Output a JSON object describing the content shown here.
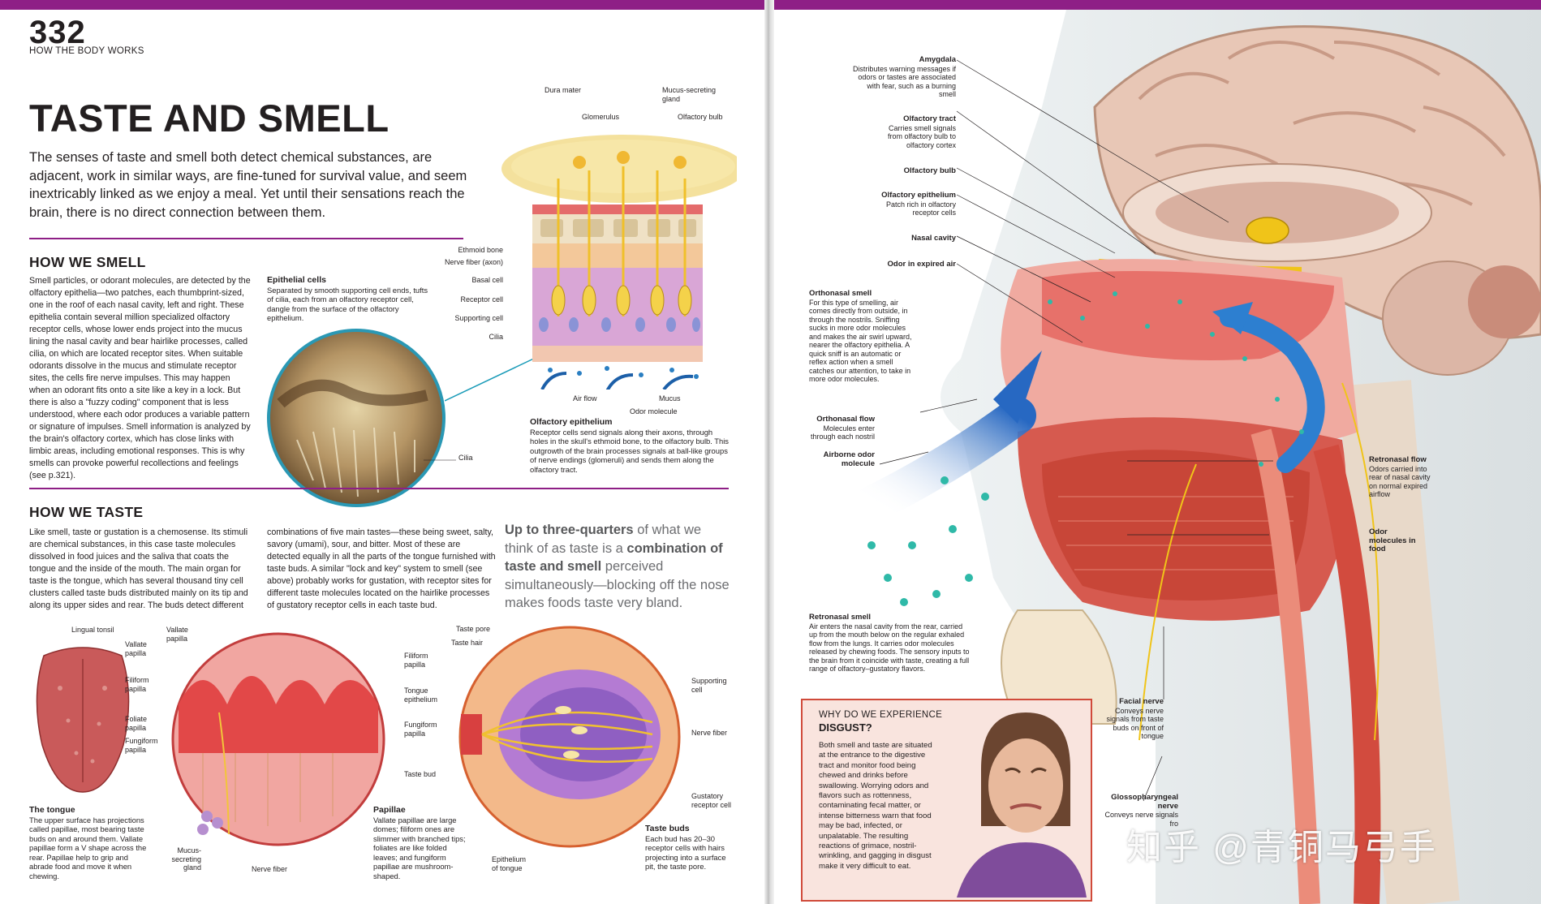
{
  "header": {
    "page_number": "332",
    "section": "HOW THE BODY WORKS"
  },
  "title": "TASTE AND SMELL",
  "intro": "The senses of taste and smell both detect chemical substances, are adjacent, work in similar ways, are fine-tuned for survival value, and seem inextricably linked as we enjoy a meal. Yet until their sensations reach the brain, there is no direct connection between them.",
  "smell": {
    "heading": "HOW WE SMELL",
    "body": "Smell particles, or odorant molecules, are detected by the olfactory epithelia—two patches, each thumbprint-sized, one in the roof of each nasal cavity, left and right. These epithelia contain several million specialized olfactory receptor cells, whose lower ends project into the mucus lining the nasal cavity and bear hairlike processes, called cilia, on which are located receptor sites. When suitable odorants dissolve in the mucus and stimulate receptor sites, the cells fire nerve impulses. This may happen when an odorant fits onto a site like a key in a lock. But there is also a \"fuzzy coding\" component that is less understood, where each odor produces a variable pattern or signature of impulses. Smell information is analyzed by the brain's olfactory cortex, which has close links with limbic areas, including emotional responses. This is why smells can provoke powerful recollections and feelings (see p.321).",
    "epithelial_caption": {
      "title": "Epithelial cells",
      "text": "Separated by smooth supporting cell ends, tufts of cilia, each from an olfactory receptor cell, dangle from the surface of the olfactory epithelium."
    },
    "cilia_label": "Cilia",
    "diagram_labels": {
      "dura_mater": "Dura mater",
      "mucus_gland": "Mucus-secreting gland",
      "glomerulus": "Glomerulus",
      "olfactory_bulb": "Olfactory bulb",
      "ethmoid_bone": "Ethmoid bone",
      "nerve_fiber_axon": "Nerve fiber (axon)",
      "basal_cell": "Basal cell",
      "receptor_cell": "Receptor cell",
      "supporting_cell": "Supporting cell",
      "cilia": "Cilia",
      "air_flow": "Air flow",
      "mucus": "Mucus",
      "odor_molecule": "Odor molecule"
    },
    "olfactory_epithelium_caption": {
      "title": "Olfactory epithelium",
      "text": "Receptor cells send signals along their axons, through holes in the skull's ethmoid bone, to the olfactory bulb. This outgrowth of the brain processes signals at ball-like groups of nerve endings (glomeruli) and sends them along the olfactory tract."
    }
  },
  "taste": {
    "heading": "HOW WE TASTE",
    "body_col1": "Like smell, taste or gustation is a chemosense. Its stimuli are chemical substances, in this case taste molecules dissolved in food juices and the saliva that coats the tongue and the inside of the mouth. The main organ for taste is the tongue, which has several thousand tiny cell clusters called taste buds distributed mainly on its tip and along its upper sides and rear. The buds detect different",
    "body_col2": "combinations of five main tastes—these being sweet, salty, savory (umami), sour, and bitter. Most of these are detected equally in all the parts of the tongue furnished with taste buds. A similar \"lock and key\" system to smell (see above) probably works for gustation, with receptor sites for different taste molecules located on the hairlike processes of gustatory receptor cells in each taste bud.",
    "quote_bold1": "Up to three-quarters",
    "quote_text1": " of what we think of as taste is a ",
    "quote_bold2": "combination of taste and smell",
    "quote_text2": " perceived simultaneously—blocking off the nose makes foods taste very bland.",
    "tongue_labels": {
      "lingual_tonsil": "Lingual tonsil",
      "vallate_papilla": "Vallate papilla",
      "filiform_papilla": "Filiform papilla",
      "foliate_papilla": "Foliate papilla",
      "fungiform_papilla": "Fungiform papilla"
    },
    "tongue_caption": {
      "title": "The tongue",
      "text": "The upper surface has projections called papillae, most bearing taste buds on and around them. Vallate papillae form a V shape across the rear. Papillae help to grip and abrade food and move it when chewing."
    },
    "papillae_labels": {
      "vallate_papilla": "Vallate papilla",
      "filiform_papilla": "Filiform papilla",
      "tongue_epithelium": "Tongue epithelium",
      "fungiform_papilla": "Fungiform papilla",
      "taste_bud": "Taste bud",
      "mucus_gland": "Mucus-secreting gland",
      "nerve_fiber": "Nerve fiber"
    },
    "papillae_caption": {
      "title": "Papillae",
      "text": "Vallate papillae are large domes; filiform ones are slimmer with branched tips; foliates are like folded leaves; and fungiform papillae are mushroom-shaped."
    },
    "taste_bud_labels": {
      "taste_pore": "Taste pore",
      "taste_hair": "Taste hair",
      "supporting_cell": "Supporting cell",
      "nerve_fiber": "Nerve fiber",
      "gustatory_cell": "Gustatory receptor cell",
      "epithelium": "Epithelium of tongue"
    },
    "taste_bud_caption": {
      "title": "Taste buds",
      "text": "Each bud has 20–30 receptor cells with hairs projecting into a surface pit, the taste pore."
    }
  },
  "head": {
    "amygdala": {
      "title": "Amygdala",
      "text": "Distributes warning messages if odors or tastes are associated with fear, such as a burning smell"
    },
    "olfactory_tract": {
      "title": "Olfactory tract",
      "text": "Carries smell signals from olfactory bulb to olfactory cortex"
    },
    "olfactory_bulb": {
      "title": "Olfactory bulb"
    },
    "olfactory_epithelium": {
      "title": "Olfactory epithelium",
      "text": "Patch rich in olfactory receptor cells"
    },
    "nasal_cavity": {
      "title": "Nasal cavity"
    },
    "odor_in_air": {
      "title": "Odor in expired air"
    },
    "orthonasal_smell": {
      "title": "Orthonasal smell",
      "text": "For this type of smelling, air comes directly from outside, in through the nostrils. Sniffing sucks in more odor molecules and makes the air swirl upward, nearer the olfactory epithelia. A quick sniff is an automatic or reflex action when a smell catches our attention, to take in more odor molecules."
    },
    "orthonasal_flow": {
      "title": "Orthonasal flow",
      "text": "Molecules enter through each nostril"
    },
    "airborne_odor": {
      "title": "Airborne odor molecule"
    },
    "retronasal_flow": {
      "title": "Retronasal flow",
      "text": "Odors carried into rear of nasal cavity on normal expired airflow"
    },
    "odor_in_food": {
      "title": "Odor molecules in food"
    },
    "retronasal_smell": {
      "title": "Retronasal smell",
      "text": "Air enters the nasal cavity from the rear, carried up from the mouth below on the regular exhaled flow from the lungs. It carries odor molecules released by chewing foods. The sensory inputs to the brain from it coincide with taste, creating a full range of olfactory–gustatory flavors."
    },
    "facial_nerve": {
      "title": "Facial nerve",
      "text": "Conveys nerve signals from taste buds on front of tongue"
    },
    "glossopharyngeal": {
      "title": "Glossopharyngeal nerve",
      "text": "Conveys nerve signals fro"
    }
  },
  "disgust": {
    "kicker": "WHY DO WE EXPERIENCE",
    "heading": "DISGUST?",
    "text": "Both smell and taste are situated at the entrance to the digestive tract and monitor food being chewed and drinks before swallowing. Worrying odors and flavors such as rottenness, contaminating fecal matter, or intense bitterness warn that food may be bad, infected, or unpalatable. The resulting reactions of grimace, nostril-wrinkling, and gagging in disgust make it very difficult to eat."
  },
  "watermark": "知乎 @青铜马弓手",
  "colors": {
    "accent": "#8e1f86",
    "box_border": "#d04a3a",
    "box_fill": "#f9e4de",
    "callout_line": "#1a9bb8"
  }
}
